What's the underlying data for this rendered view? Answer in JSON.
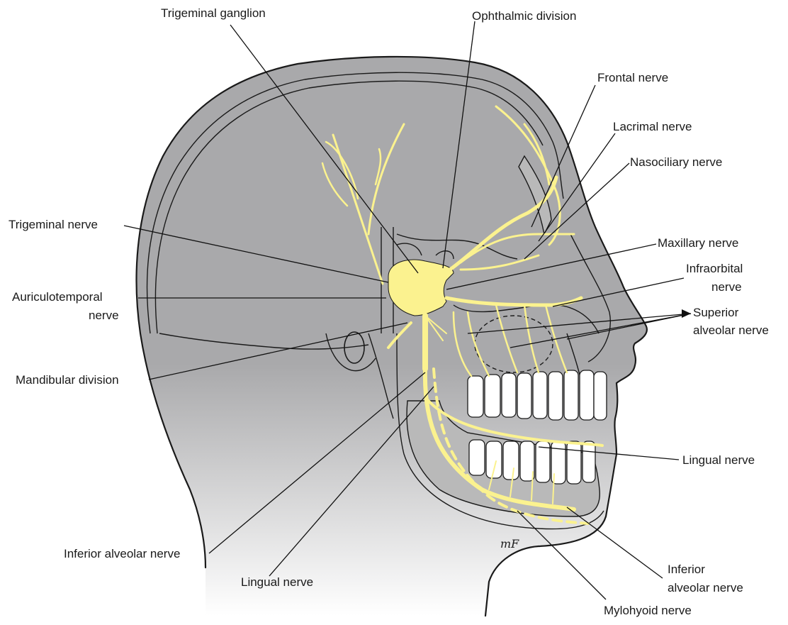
{
  "labels": {
    "trigeminal_ganglion": "Trigeminal ganglion",
    "ophthalmic_division": "Ophthalmic division",
    "frontal_nerve": "Frontal nerve",
    "lacrimal_nerve": "Lacrimal nerve",
    "nasociliary_nerve": "Nasociliary nerve",
    "trigeminal_nerve": "Trigeminal nerve",
    "maxillary_nerve": "Maxillary nerve",
    "infraorbital_nerve_1": "Infraorbital",
    "infraorbital_nerve_2": "nerve",
    "auriculotemporal_nerve_1": "Auriculotemporal",
    "auriculotemporal_nerve_2": "nerve",
    "superior_alveolar_nerve_1": "Superior",
    "superior_alveolar_nerve_2": "alveolar nerve",
    "mandibular_division": "Mandibular division",
    "lingual_nerve_right": "Lingual nerve",
    "inferior_alveolar_nerve_left": "Inferior alveolar nerve",
    "lingual_nerve_bottom": "Lingual nerve",
    "inferior_alveolar_nerve_right_1": "Inferior",
    "inferior_alveolar_nerve_right_2": "alveolar nerve",
    "mylohyoid_nerve": "Mylohyoid nerve",
    "artist_signature": "mF"
  },
  "colors": {
    "background": "#ffffff",
    "head_fill": "#a9a9ab",
    "nerve": "#fbf28f",
    "outline": "#1a1a1a",
    "tooth": "#ffffff"
  }
}
